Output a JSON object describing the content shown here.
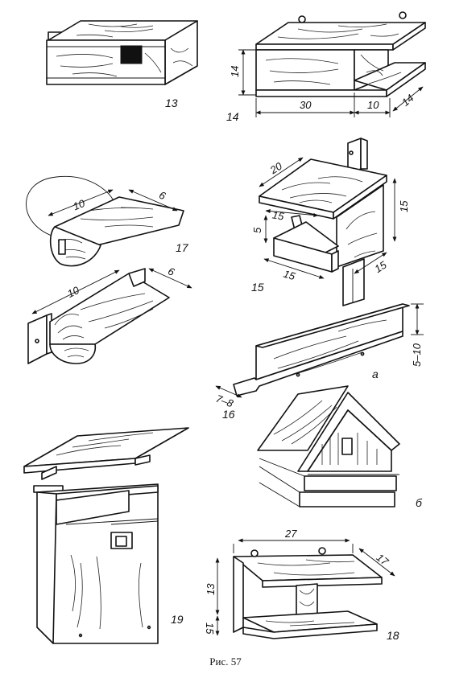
{
  "figure": {
    "caption": "Рис. 57",
    "item_labels": {
      "fig13": "13",
      "fig14": "14",
      "fig15": "15",
      "fig16": "16",
      "fig17": "17",
      "fig18": "18",
      "fig19": "19",
      "sub_a": "а",
      "sub_b": "б"
    },
    "dimensions": {
      "fig14_height": "14",
      "fig14_length": "30",
      "fig14_gap": "10",
      "fig14_depth": "14",
      "fig17_top_length": "10",
      "fig17_top_width": "6",
      "fig17_bottom_length": "10",
      "fig17_bottom_width": "6",
      "fig15_roof": "20",
      "fig15_height": "15",
      "fig15_inner": "15",
      "fig15_ledge": "5",
      "fig15_base_front": "15",
      "fig15_base_side": "15",
      "fig16_height": "5–10",
      "fig16_lip": "7–8",
      "fig18_length": "27",
      "fig18_depth": "17",
      "fig18_height": "13",
      "fig18_base": "15"
    }
  },
  "colors": {
    "ink": "#111111",
    "paper": "#ffffff"
  }
}
